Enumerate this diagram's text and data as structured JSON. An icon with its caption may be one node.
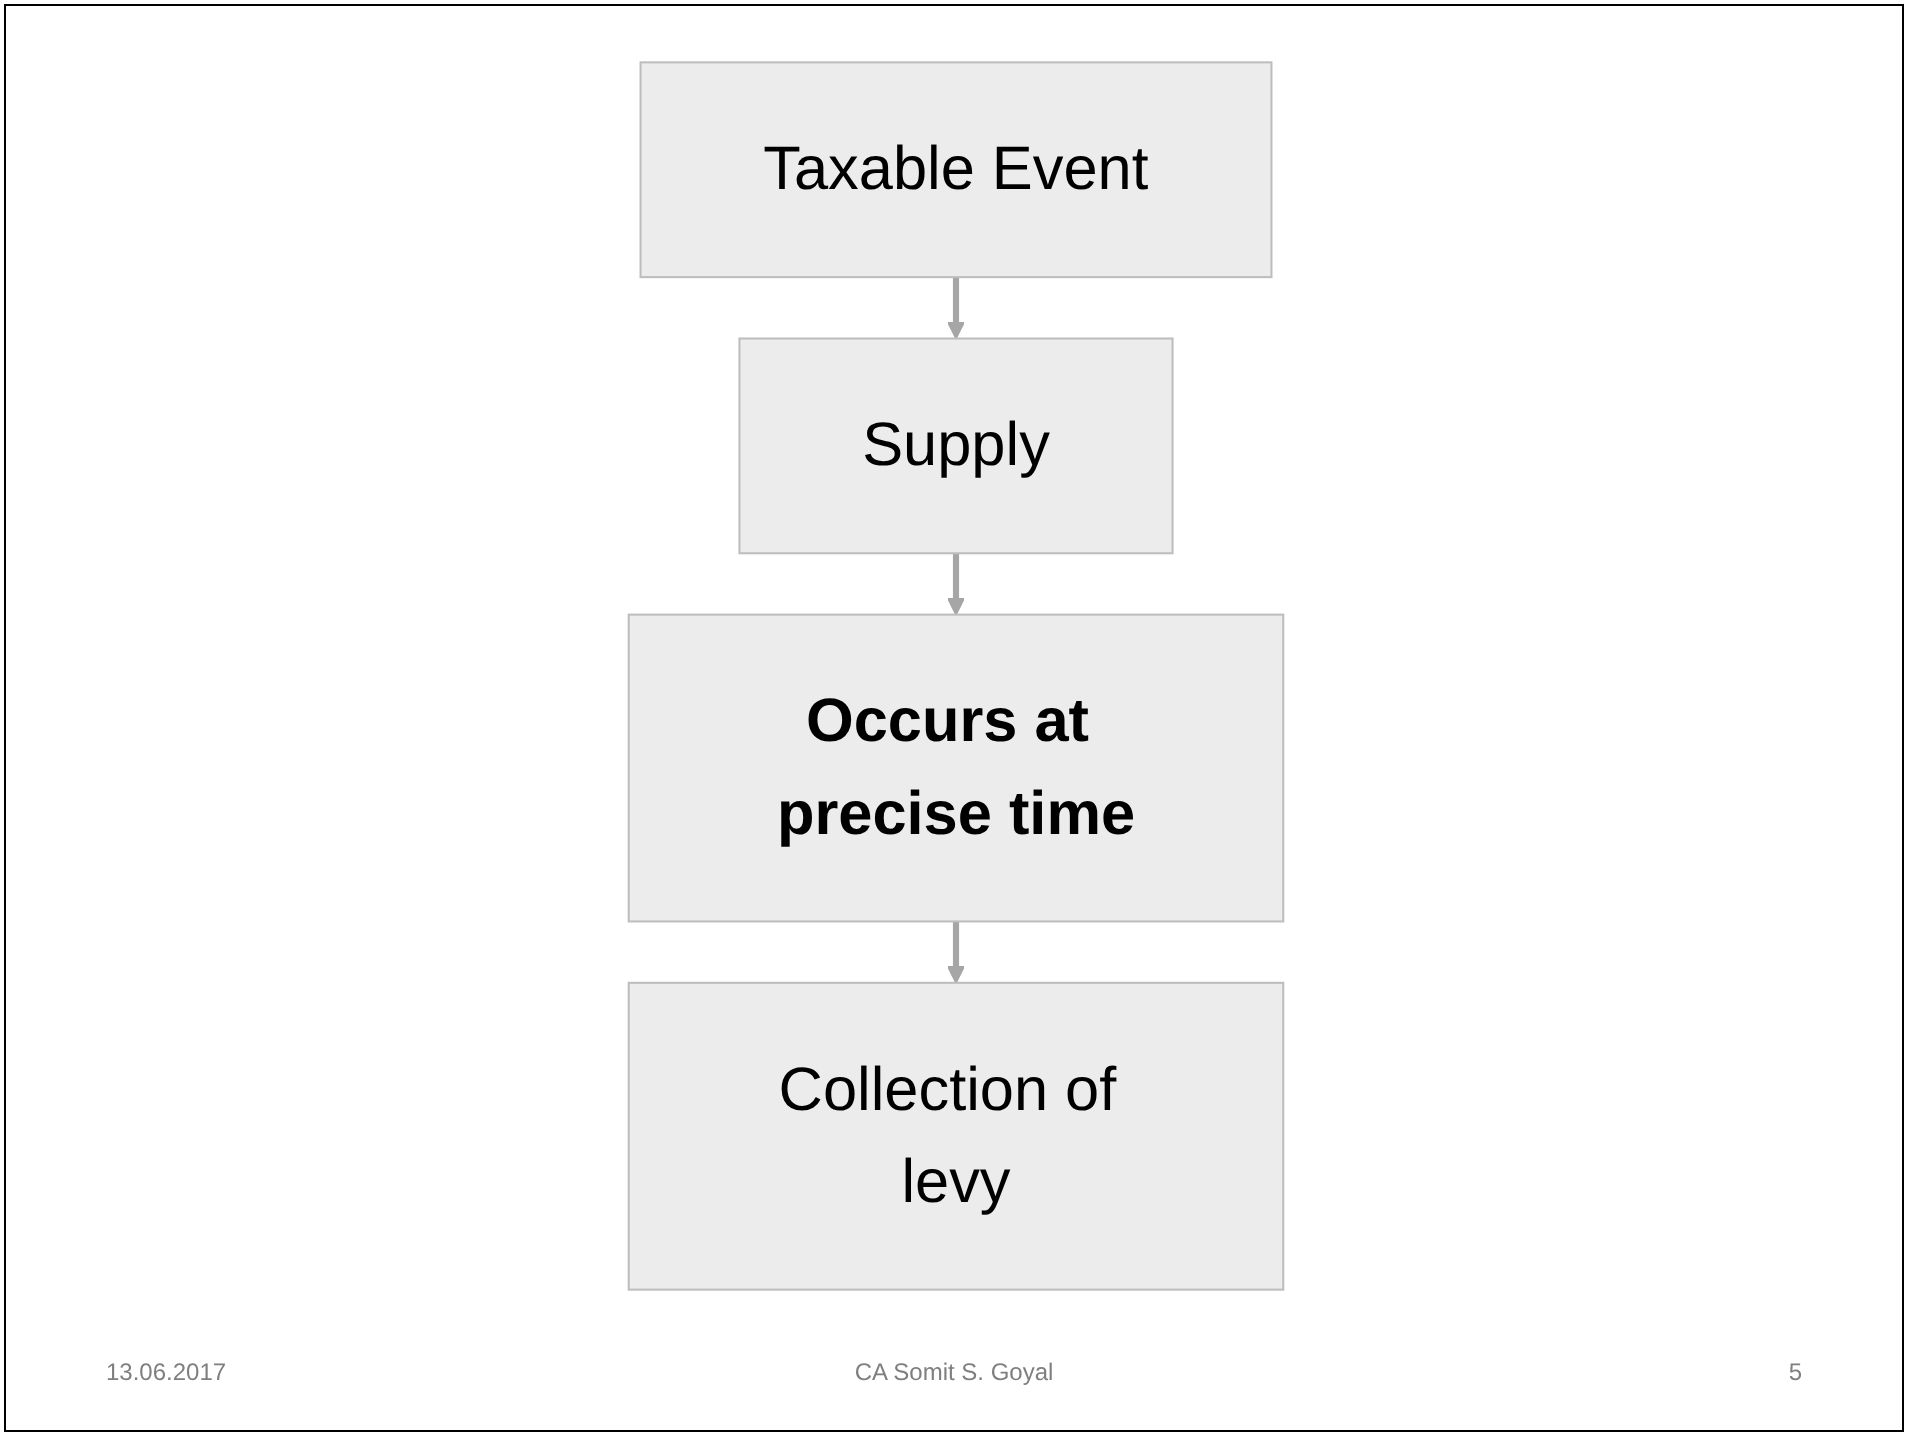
{
  "diagram": {
    "nodes": [
      {
        "text": [
          "Taxable Event"
        ]
      },
      {
        "text": [
          "Supply"
        ]
      },
      {
        "text": [
          "Occurs at precise time"
        ]
      },
      {
        "text": [
          "Collection of levy"
        ]
      }
    ],
    "edges": [
      {
        "from": 0,
        "to": 1,
        "arrow": "to"
      },
      {
        "from": 1,
        "to": 2,
        "arrow": "to"
      },
      {
        "from": 2,
        "to": 3,
        "arrow": "to"
      }
    ],
    "labels": [
      "13.06.2017",
      "CA Somit S. Goyal",
      "5"
    ]
  }
}
